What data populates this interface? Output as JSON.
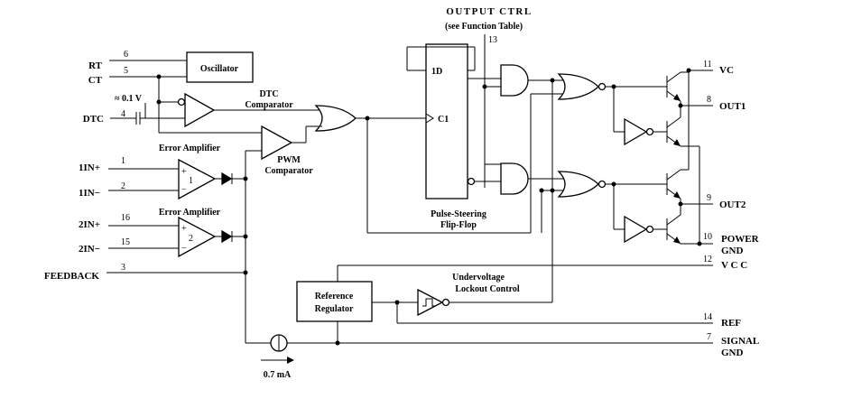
{
  "header": {
    "output_ctrl": "OUTPUT CTRL",
    "function_table": "(see Function Table)",
    "output_ctrl_pin": "13"
  },
  "pins_left": {
    "rt": {
      "label": "RT",
      "pin": "6"
    },
    "ct": {
      "label": "CT",
      "pin": "5"
    },
    "dtc": {
      "label": "DTC",
      "pin": "4"
    },
    "in1p": {
      "label": "1IN+",
      "pin": "1"
    },
    "in1n": {
      "label": "1IN−",
      "pin": "2"
    },
    "in2p": {
      "label": "2IN+",
      "pin": "16"
    },
    "in2n": {
      "label": "2IN−",
      "pin": "15"
    },
    "feedback": {
      "label": "FEEDBACK",
      "pin": "3"
    }
  },
  "pins_right": {
    "vc": {
      "label": "VC",
      "pin": "11"
    },
    "out1": {
      "label": "OUT1",
      "pin": "8"
    },
    "out2": {
      "label": "OUT2",
      "pin": "9"
    },
    "power_gnd": {
      "label1": "POWER",
      "label2": "GND",
      "pin": "10"
    },
    "vcc": {
      "label": "V C C",
      "pin": "12"
    },
    "ref": {
      "label": "REF",
      "pin": "14"
    },
    "signal_gnd": {
      "label1": "SIGNAL",
      "label2": "GND",
      "pin": "7"
    }
  },
  "blocks": {
    "oscillator": "Oscillator",
    "dtc_comparator": [
      "DTC",
      "Comparator"
    ],
    "threshold": "≈ 0.1 V",
    "error_amp_1": {
      "title": "Error Amplifier",
      "num": "1",
      "plus": "+",
      "minus": "−"
    },
    "error_amp_2": {
      "title": "Error Amplifier",
      "num": "2",
      "plus": "+",
      "minus": "−"
    },
    "pwm_comparator": [
      "PWM",
      "Comparator"
    ],
    "flipflop": {
      "d": "1D",
      "c": "C1",
      "title1": "Pulse-Steering",
      "title2": "Flip-Flop"
    },
    "ref_regulator": [
      "Reference",
      "Regulator"
    ],
    "uvlo": [
      "Undervoltage",
      "Lockout Control"
    ],
    "current_source": "0.7 mA"
  }
}
